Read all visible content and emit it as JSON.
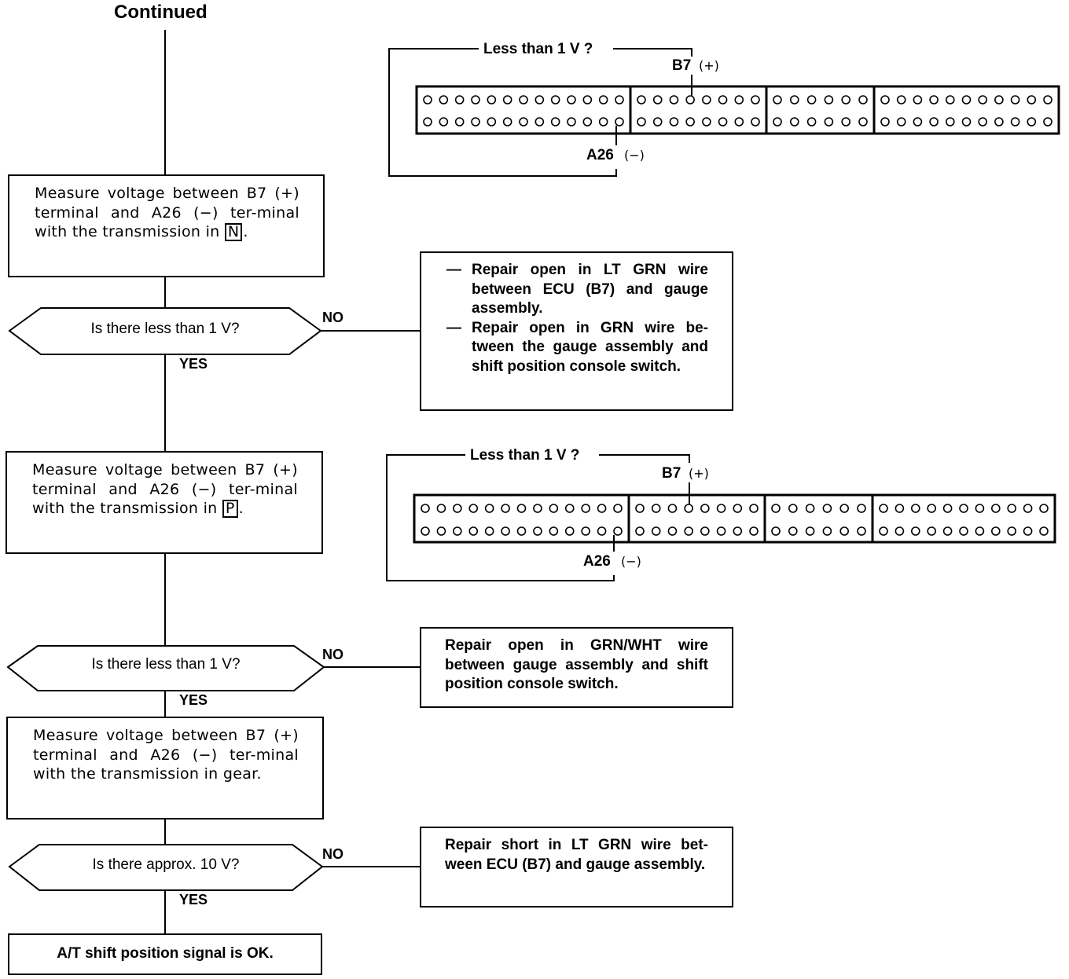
{
  "title": "Continued",
  "steps": [
    {
      "text": "Measure voltage between B7 (+) terminal and A26 (−) ter-minal with the transmission in",
      "position": "N",
      "end": "."
    },
    {
      "text": "Measure voltage between B7 (+) terminal and A26 (−) ter-minal with the transmission in",
      "position": "P",
      "end": "."
    },
    {
      "text": "Measure voltage between B7 (+) terminal and A26 (−) ter-minal with the transmission in gear.",
      "position": "",
      "end": ""
    }
  ],
  "decisions": [
    {
      "question": "Is there less than 1 V?",
      "no": "NO",
      "yes": "YES"
    },
    {
      "question": "Is there less than 1 V?",
      "no": "NO",
      "yes": "YES"
    },
    {
      "question": "Is there approx. 10 V?",
      "no": "NO",
      "yes": "YES"
    }
  ],
  "repairs": [
    {
      "items": [
        "Repair open in LT GRN wire between ECU (B7) and gauge assembly.",
        "Repair open in GRN wire be-tween the gauge assembly and shift position console switch."
      ],
      "dash": "—"
    },
    {
      "text": "Repair open in GRN/WHT wire between gauge assembly and shift position console switch."
    },
    {
      "text": "Repair short in LT GRN wire bet-ween ECU (B7) and gauge assembly."
    }
  ],
  "result": "A/T shift position signal is OK.",
  "connectors": [
    {
      "question": "Less than 1 V ?",
      "plus_label": "B7",
      "plus_sign": "(+)",
      "minus_label": "A26",
      "minus_sign": "(−)"
    },
    {
      "question": "Less than 1 V ?",
      "plus_label": "B7",
      "plus_sign": "(+)",
      "minus_label": "A26",
      "minus_sign": "(−)"
    }
  ],
  "connector_layout": {
    "block_pins_per_row": [
      13,
      8,
      6,
      11
    ],
    "rows": 2
  }
}
